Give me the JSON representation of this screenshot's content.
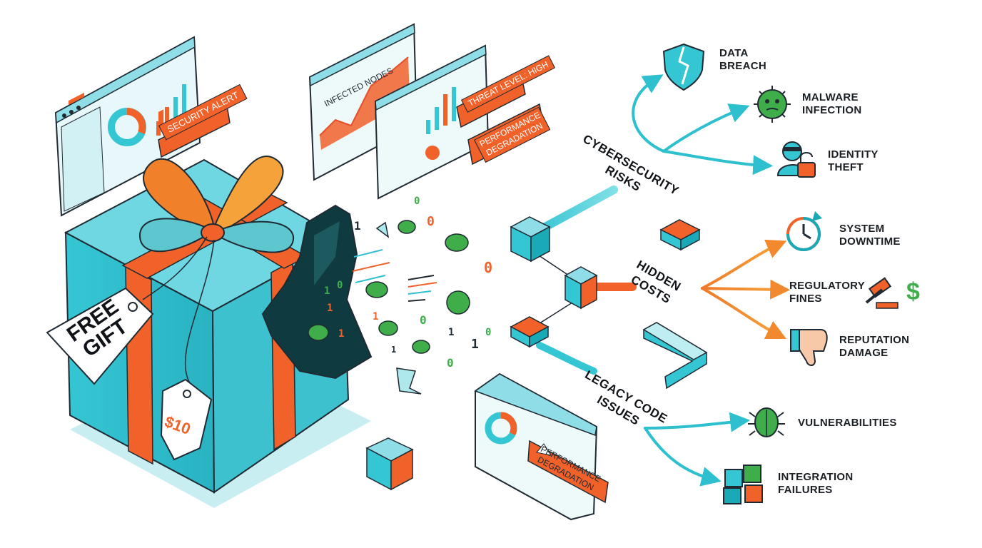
{
  "gift": {
    "tag_text": "FREE GIFT",
    "price_tag": "$10"
  },
  "dashboards": {
    "security_alert": "SECURITY ALERT",
    "infected_nodes": "INFECTED NODES",
    "threat_level": "THREAT LEVEL: HIGH",
    "performance_degradation_top": "PERFORMANCE DEGRADATION",
    "performance_degradation_bottom": "PERFORMANCE DEGRADATION"
  },
  "categories": {
    "cybersecurity": "CYBERSECURITY RISKS",
    "hidden_costs": "HIDDEN COSTS",
    "legacy_code": "LEGACY CODE ISSUES"
  },
  "outcomes": {
    "data_breach": "DATA BREACH",
    "malware_infection": "MALWARE INFECTION",
    "identity_theft": "IDENTITY THEFT",
    "system_downtime": "SYSTEM DOWNTIME",
    "regulatory_fines": "REGULATORY FINES",
    "reputation_damage": "REPUTATION DAMAGE",
    "vulnerabilities": "VULNERABILITIES",
    "integration_failures": "INTEGRATION FAILURES"
  },
  "icons": {
    "data_breach": "broken-shield-icon",
    "malware_infection": "virus-icon",
    "identity_theft": "hacker-padlock-icon",
    "system_downtime": "clock-refresh-icon",
    "regulatory_fines": "gavel-dollar-icon",
    "reputation_damage": "thumbs-down-icon",
    "vulnerabilities": "bug-icon",
    "integration_failures": "puzzle-pieces-icon"
  },
  "colors": {
    "teal": "#35c6d4",
    "teal_dark": "#1aa9b6",
    "orange": "#f0622a",
    "outline": "#1f2a33",
    "green_bug": "#3fae4a"
  }
}
